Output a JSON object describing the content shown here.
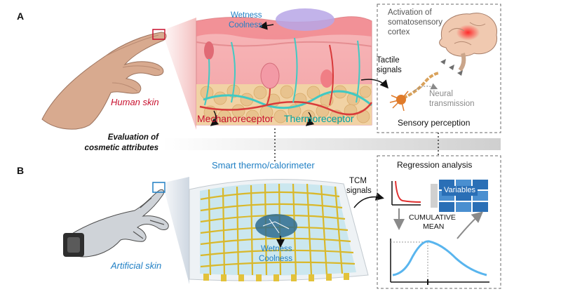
{
  "panel_a": {
    "letter": "A",
    "hand_label": "Human skin",
    "wetness": "Wetness",
    "coolness": "Coolness",
    "mechanoreceptor": "Mechanoreceptor",
    "thermoreceptor": "Thermoreceptor",
    "tactile_1": "Tactile",
    "tactile_2": "signals",
    "neural_1": "Neural",
    "neural_2": "transmission",
    "sensory": "Sensory perception",
    "cortex_1": "Activation of",
    "cortex_2": "somatosensory",
    "cortex_3": "cortex"
  },
  "middle": {
    "eval_1": "Evaluation of",
    "eval_2": "cosmetic attributes"
  },
  "panel_b": {
    "letter": "B",
    "hand_label": "Artificial skin",
    "device_title": "Smart thermo/calorimeter",
    "tcm_1": "TCM",
    "tcm_2": "signals",
    "wetness": "Wetness",
    "coolness": "Coolness",
    "regression_title": "Regression analysis",
    "variables": "Variables",
    "cumulative_1": "CUMULATIVE",
    "cumulative_2": "MEAN"
  },
  "colors": {
    "red_label": "#c8102e",
    "blue_label": "#1f7fc4",
    "teal_label": "#00a3a3"
  }
}
